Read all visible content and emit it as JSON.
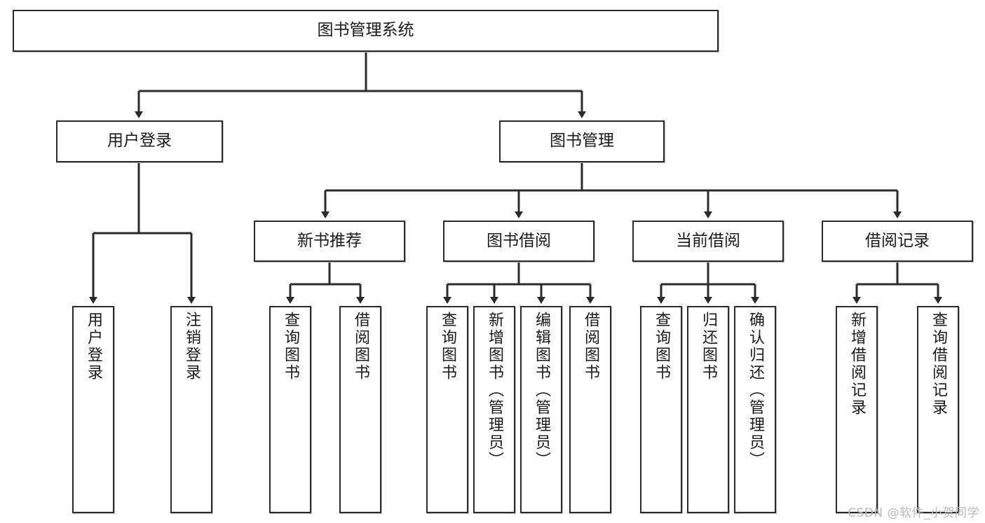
{
  "diagram": {
    "type": "tree",
    "title": "图书管理系统",
    "stroke_color": "#2b2b2b",
    "fill_color": "#ffffff",
    "text_color": "#1a1a1a",
    "root": {
      "label": "图书管理系统"
    },
    "level2": [
      {
        "label": "用户登录"
      },
      {
        "label": "图书管理"
      }
    ],
    "level3": [
      {
        "label": "新书推荐"
      },
      {
        "label": "图书借阅"
      },
      {
        "label": "当前借阅"
      },
      {
        "label": "借阅记录"
      }
    ],
    "leaves": {
      "user_login": [
        {
          "label": "用户登录"
        },
        {
          "label": "注销登录"
        }
      ],
      "new_book": [
        {
          "label": "查询图书"
        },
        {
          "label": "借阅图书"
        }
      ],
      "book_borrow": [
        {
          "label": "查询图书"
        },
        {
          "label": "新增图书（管理员）"
        },
        {
          "label": "编辑图书（管理员）"
        },
        {
          "label": "借阅图书"
        }
      ],
      "current_borrow": [
        {
          "label": "查询图书"
        },
        {
          "label": "归还图书"
        },
        {
          "label": "确认归还（管理员）"
        }
      ],
      "borrow_record": [
        {
          "label": "新增借阅记录"
        },
        {
          "label": "查询借阅记录"
        }
      ]
    }
  },
  "watermark": {
    "text": "CSDN @软件_小贺同学",
    "color": "#b9b9b9"
  }
}
